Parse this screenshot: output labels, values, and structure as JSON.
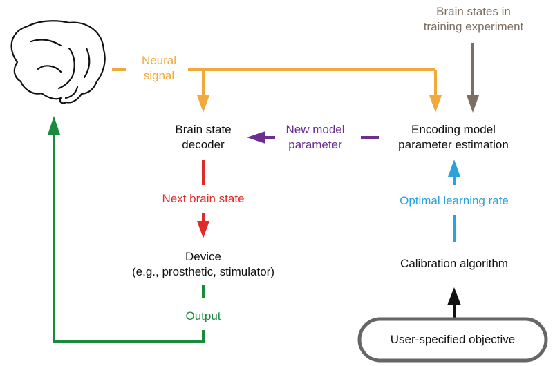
{
  "labels": {
    "neural_signal": [
      "Neural",
      "signal"
    ],
    "brain_states_training": [
      "Brain states in",
      "training experiment"
    ],
    "decoder": [
      "Brain state",
      "decoder"
    ],
    "new_model_parameter": [
      "New model",
      "parameter"
    ],
    "encoding_model": [
      "Encoding model",
      "parameter estimation"
    ],
    "next_brain_state": "Next brain state",
    "optimal_learning_rate": "Optimal learning rate",
    "device": [
      "Device",
      "(e.g., prosthetic, stimulator)"
    ],
    "calibration": "Calibration algorithm",
    "output": "Output",
    "objective": "User-specified objective"
  },
  "colors": {
    "neural": "#f2a93b",
    "model_param": "#6a2f8f",
    "next_state": "#e02b2b",
    "learning_rate": "#2aa3dc",
    "output": "#1a8a3c",
    "training": "#7c6f62",
    "objective_border": "#666666"
  },
  "icons": [
    "brain-icon"
  ]
}
